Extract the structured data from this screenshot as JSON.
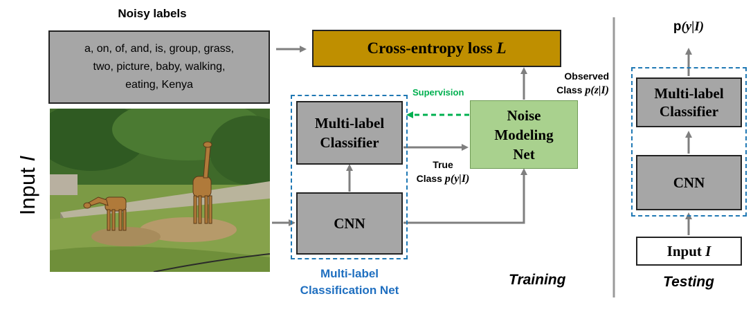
{
  "noisy_labels": {
    "title": "Noisy labels",
    "lines": [
      "a, on, of, and, is, group, grass,",
      "two, picture, baby, walking,",
      "eating, Kenya"
    ]
  },
  "input_label": {
    "prefix": "Input ",
    "var": "I"
  },
  "loss_box": {
    "text": "Cross-entropy loss ",
    "var": "L"
  },
  "observed": {
    "line1": "Observed",
    "line2_prefix": "Class ",
    "expr": "p(z|I)"
  },
  "supervision": "Supervision",
  "classifier": {
    "line1": "Multi-label",
    "line2": "Classifier"
  },
  "noise_net": {
    "line1": "Noise",
    "line2": "Modeling",
    "line3": "Net"
  },
  "true_class": {
    "line1": "True",
    "line2_prefix": "Class ",
    "expr": "p(y|I)"
  },
  "cnn": "CNN",
  "group_caption": {
    "line1": "Multi-label",
    "line2": "Classification Net"
  },
  "training_label": "Training",
  "testing": {
    "output_prefix": "p",
    "output_expr": "(y|I)",
    "classifier": {
      "line1": "Multi-label",
      "line2": "Classifier"
    },
    "cnn": "CNN",
    "input": {
      "prefix": "Input ",
      "var": "I"
    },
    "label": "Testing"
  },
  "colors": {
    "gray_box": "#a6a6a6",
    "loss_box": "#bf8f00",
    "noise_box": "#a9d18e",
    "supervision": "#00b050",
    "blue_dash": "#1f78b4",
    "blue_caption": "#1f6fc0",
    "arrow": "#7f7f7f"
  }
}
